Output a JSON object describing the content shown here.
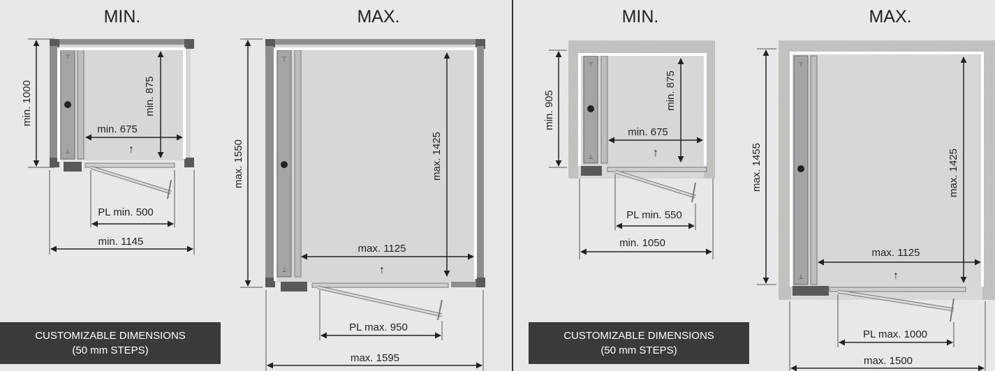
{
  "left": {
    "min_label": "MIN.",
    "max_label": "MAX.",
    "min": {
      "depth": "min. 1000",
      "inner_depth": "min. 875",
      "inner_width": "min. 675",
      "door": "PL min. 500",
      "width": "min. 1145"
    },
    "max": {
      "depth": "max. 1550",
      "inner_depth": "max. 1425",
      "inner_width": "max. 1125",
      "door": "PL max. 950",
      "width": "max. 1595"
    },
    "badge": {
      "line1": "CUSTOMIZABLE DIMENSIONS",
      "line2": "(50 mm STEPS)"
    }
  },
  "right": {
    "min_label": "MIN.",
    "max_label": "MAX.",
    "min": {
      "depth": "min. 905",
      "inner_depth": "min. 875",
      "inner_width": "min. 675",
      "door": "PL min. 550",
      "width": "min. 1050"
    },
    "max": {
      "depth": "max. 1455",
      "inner_depth": "max. 1425",
      "inner_width": "max. 1125",
      "door": "PL max. 1000",
      "width": "max. 1500"
    },
    "badge": {
      "line1": "CUSTOMIZABLE DIMENSIONS",
      "line2": "(50 mm STEPS)"
    }
  },
  "colors": {
    "background": "#e8e8e8",
    "floor": "#d7d7d7",
    "frame_post": "#5a5a5a",
    "frame_beam": "#8e8e8e",
    "concrete": "#c9c9c7",
    "badge": "#3a3a3a",
    "line": "#222222"
  }
}
